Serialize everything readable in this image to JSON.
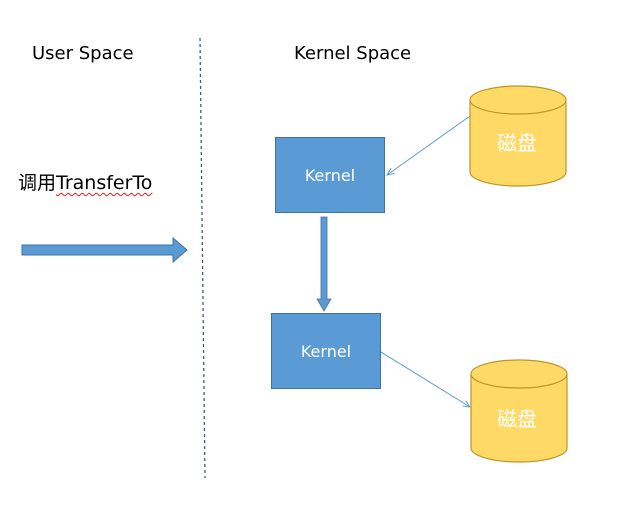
{
  "diagram": {
    "user_space_label": "User Space",
    "kernel_space_label": "Kernel Space",
    "call_prefix": "调用",
    "call_function": "TransferTo",
    "kernel_top_label": "Kernel",
    "kernel_bottom_label": "Kernel",
    "disk_top_label": "磁盘",
    "disk_bottom_label": "磁盘"
  },
  "colors": {
    "box_fill": "#5b9bd5",
    "box_border": "#41719c",
    "disk_fill": "#ffd966",
    "disk_border": "#b8972b",
    "divider": "#3a5b8a",
    "connector": "#5b9bd5"
  }
}
